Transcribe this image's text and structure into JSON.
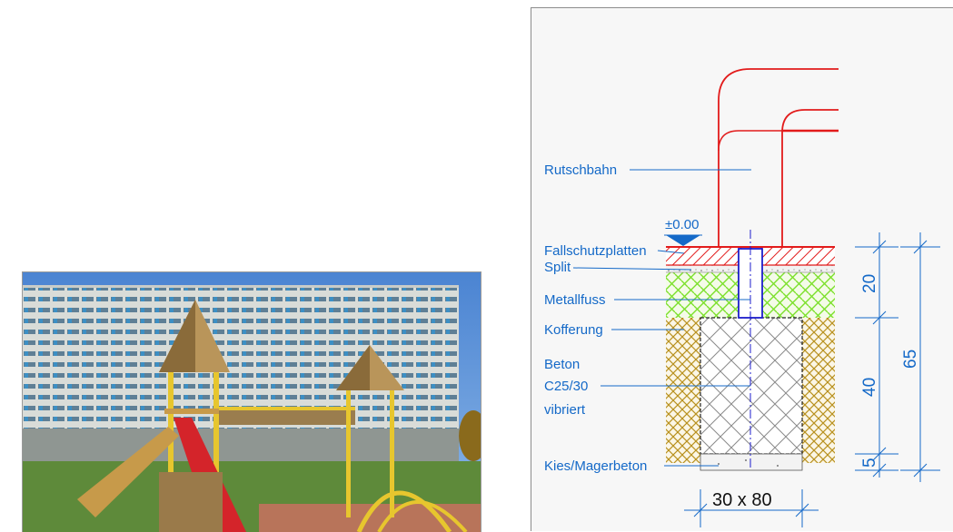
{
  "drawing": {
    "level_label": "±0.00",
    "labels": {
      "slide": "Rutschbahn",
      "fall_protection": "Fallschutzplatten",
      "split": "Split",
      "metal_foot": "Metallfuss",
      "subbase": "Kofferung",
      "concrete_1": "Beton",
      "concrete_2": "C25/30",
      "concrete_3": "vibriert",
      "gravel": "Kies/Magerbeton"
    },
    "dimensions": {
      "d20": "20",
      "d40": "40",
      "d5": "5",
      "d65": "65",
      "footing": "30 x 80"
    },
    "colors": {
      "pipe": "#e21b1b",
      "label": "#1469c8",
      "kofferung_hatch": "#7be02a",
      "gravel_hatch": "#b8901e"
    }
  }
}
